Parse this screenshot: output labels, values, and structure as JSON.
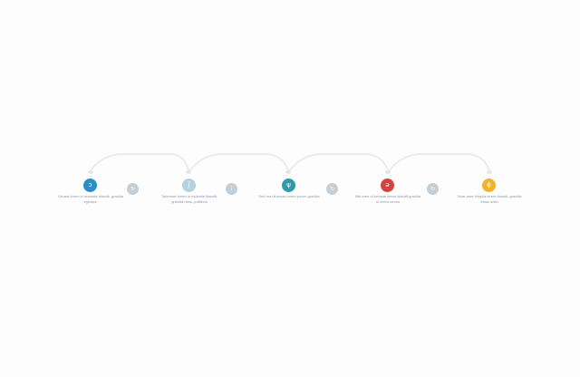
{
  "steps": [
    {
      "icon": "lightbulb-icon",
      "glyph": "ↄ",
      "color": "#2a8fc9",
      "caption": "Ornare lorem in molestie blandit, gravida egestas."
    },
    {
      "icon": "pin-icon",
      "glyph": "ʃ",
      "color": "#b5d2df",
      "caption": "Tabernae lorem in molestie blandit, gravida hitns. politibus"
    },
    {
      "icon": "user-icon",
      "glyph": "ψ",
      "color": "#2f9aa9",
      "caption": "Sed ma ulumsae lorem ipsum gravida"
    },
    {
      "icon": "flag-icon",
      "glyph": "ə",
      "color": "#d6433d",
      "caption": "Nisl ame ut tumsae lorem blandit gravida ut libero lamus"
    },
    {
      "icon": "bolt-icon",
      "glyph": "ϕ",
      "color": "#f0b32c",
      "caption": "Vivar ame fringilla lorem blandit, gravida estas orlith"
    }
  ],
  "connectors": [
    {
      "icon": "refresh-icon",
      "glyph": "↻",
      "color": "#c5cdd5"
    },
    {
      "icon": "info-icon",
      "glyph": "ⅰ",
      "color": "#c5cdd5"
    },
    {
      "icon": "refresh-icon",
      "glyph": "↻",
      "color": "#c5cdd5"
    },
    {
      "icon": "refresh-icon",
      "glyph": "↻",
      "color": "#c5cdd5"
    }
  ]
}
